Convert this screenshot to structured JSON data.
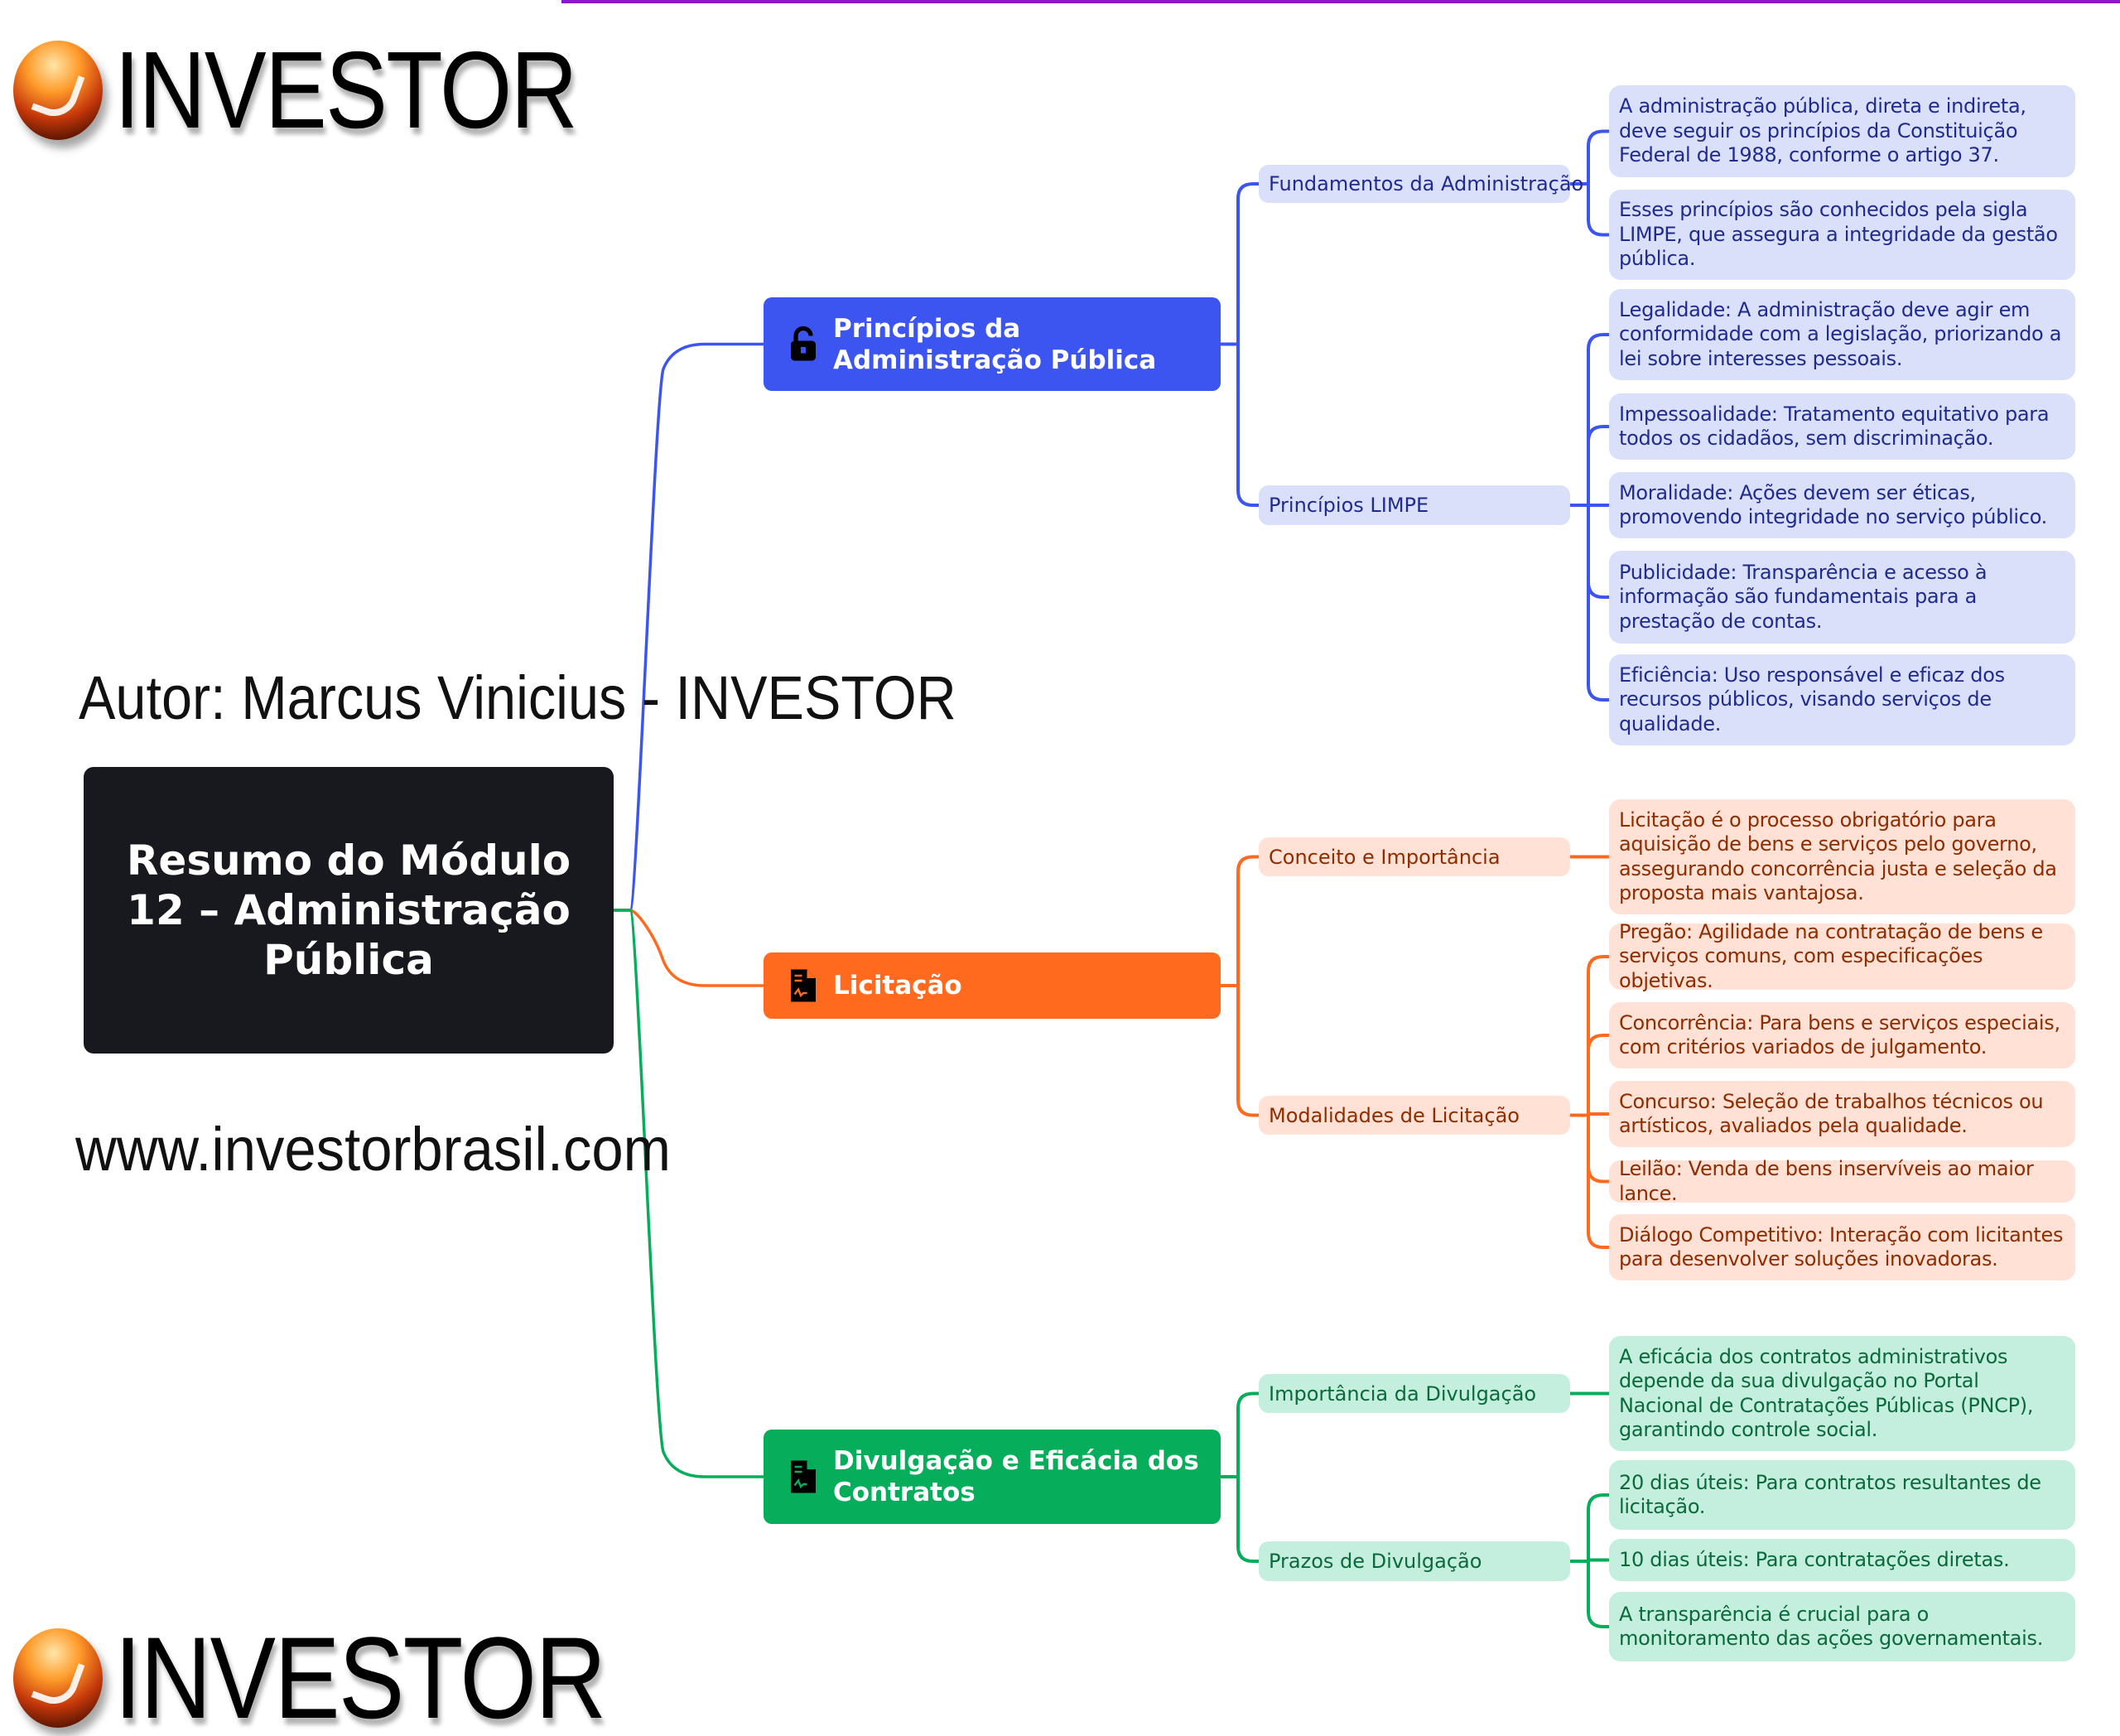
{
  "logo_text": "INVESTOR",
  "author": "Autor: Marcus Vinicius - INVESTOR",
  "website": "www.investorbrasil.com",
  "root": "Resumo do Módulo 12 – Administração Pública",
  "colors": {
    "blue": "#3d55f0",
    "orange": "#ff6a1f",
    "green": "#06ad5a",
    "root": "#17191e"
  },
  "branches": [
    {
      "title": "Princípios da Administração Pública",
      "icon": "unlock-icon",
      "subs": [
        {
          "label": "Fundamentos da Administração",
          "leaves": [
            "A administração pública, direta e indireta, deve seguir os princípios da Constituição Federal de 1988, conforme o artigo 37.",
            "Esses princípios são conhecidos pela sigla LIMPE, que assegura a integridade da gestão pública."
          ]
        },
        {
          "label": "Princípios LIMPE",
          "leaves": [
            "Legalidade: A administração deve agir em conformidade com a legislação, priorizando a lei sobre interesses pessoais.",
            "Impessoalidade: Tratamento equitativo para todos os cidadãos, sem discriminação.",
            "Moralidade: Ações devem ser éticas, promovendo integridade no serviço público.",
            "Publicidade: Transparência e acesso à informação são fundamentais para a prestação de contas.",
            "Eficiência: Uso responsável e eficaz dos recursos públicos, visando serviços de qualidade."
          ]
        }
      ]
    },
    {
      "title": "Licitação",
      "icon": "document-icon",
      "subs": [
        {
          "label": "Conceito e Importância",
          "leaves": [
            "Licitação é o processo obrigatório para aquisição de bens e serviços pelo governo, assegurando concorrência justa e seleção da proposta mais vantajosa."
          ]
        },
        {
          "label": "Modalidades de Licitação",
          "leaves": [
            "Pregão: Agilidade na contratação de bens e serviços comuns, com especificações objetivas.",
            "Concorrência: Para bens e serviços especiais, com critérios variados de julgamento.",
            "Concurso: Seleção de trabalhos técnicos ou artísticos, avaliados pela qualidade.",
            "Leilão: Venda de bens inservíveis ao maior lance.",
            "Diálogo Competitivo: Interação com licitantes para desenvolver soluções inovadoras."
          ]
        }
      ]
    },
    {
      "title": "Divulgação e Eficácia dos Contratos",
      "icon": "document-icon",
      "subs": [
        {
          "label": "Importância da Divulgação",
          "leaves": [
            "A eficácia dos contratos administrativos depende da sua divulgação no Portal Nacional de Contratações Públicas (PNCP), garantindo controle social."
          ]
        },
        {
          "label": "Prazos de Divulgação",
          "leaves": [
            "20 dias úteis: Para contratos resultantes de licitação.",
            "10 dias úteis: Para contratações diretas.",
            "A transparência é crucial para o monitoramento das ações governamentais."
          ]
        }
      ]
    }
  ]
}
